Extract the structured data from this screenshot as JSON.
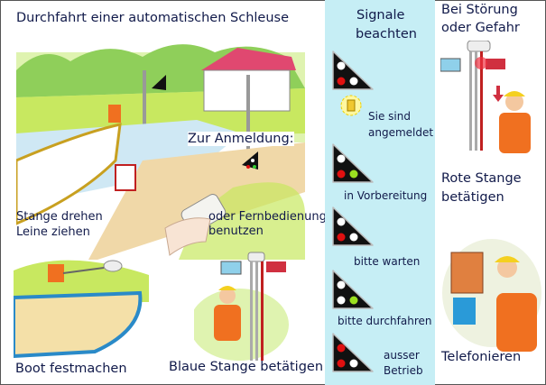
{
  "title": "Durchfahrt einer automatischen Schleuse",
  "left": {
    "caption_pole_line1": "Stange drehen",
    "caption_pole_line2": "Leine ziehen",
    "registration_heading": "Zur Anmeldung:",
    "remote_line1": "oder Fernbedienung",
    "remote_line2": "benutzen",
    "moor_caption": "Boot festmachen",
    "blue_pole_caption": "Blaue Stange betätigen"
  },
  "signals": {
    "heading_line1": "Signale",
    "heading_line2": "beachten",
    "items": [
      {
        "label": "Sie sind",
        "label2": "angemeldet",
        "lights": [
          "#ffffff",
          "#e01010",
          "#ffffff"
        ]
      },
      {
        "label": "in Vorbereitung",
        "lights": [
          "#ffffff",
          "#e01010",
          "#9be020"
        ]
      },
      {
        "label": "bitte warten",
        "lights": [
          "#ffffff",
          "#e01010",
          "#ffffff"
        ]
      },
      {
        "label": "bitte durchfahren",
        "lights": [
          "#ffffff",
          "#ffffff",
          "#9be020"
        ]
      },
      {
        "label": "ausser",
        "label2": "Betrieb",
        "lights": [
          "#e01010",
          "#e01010",
          "#ffffff"
        ]
      }
    ]
  },
  "right": {
    "fault_line1": "Bei Störung",
    "fault_line2": "oder Gefahr",
    "red_pole_line1": "Rote Stange",
    "red_pole_line2": "betätigen",
    "phone_caption": "Telefonieren"
  },
  "colors": {
    "signal_column": "#c6eef5",
    "text": "#111a4a",
    "grass": "#c8e860",
    "water": "#cfe8f4"
  }
}
